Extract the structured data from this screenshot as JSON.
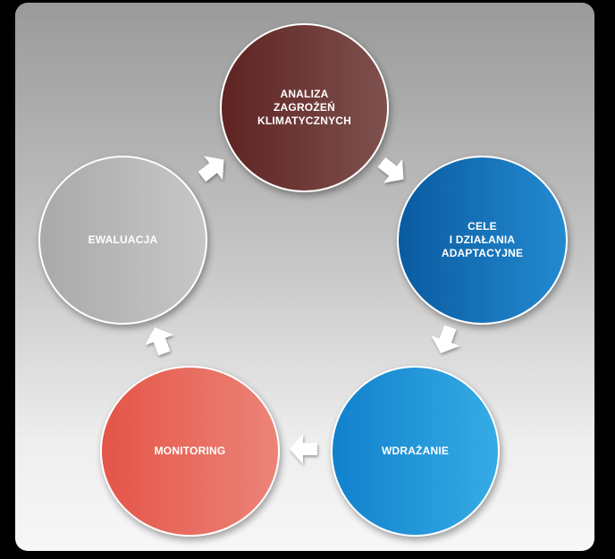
{
  "diagram": {
    "steps": [
      {
        "label": "ANALIZA\nZAGROŻEŃ\nKLIMATYCZNYCH"
      },
      {
        "label": "CELE\nI DZIAŁANIA\nADAPTACYJNE"
      },
      {
        "label": "WDRAŻANIE"
      },
      {
        "label": "MONITORING"
      },
      {
        "label": "EWALUACJA"
      }
    ],
    "colors": {
      "analysis": "#6e3a38",
      "goals": "#1676bf",
      "implementation": "#26a0de",
      "monitoring": "#e8695d",
      "evaluation": "#b8b8b8",
      "arrow": "#ffffff"
    }
  }
}
